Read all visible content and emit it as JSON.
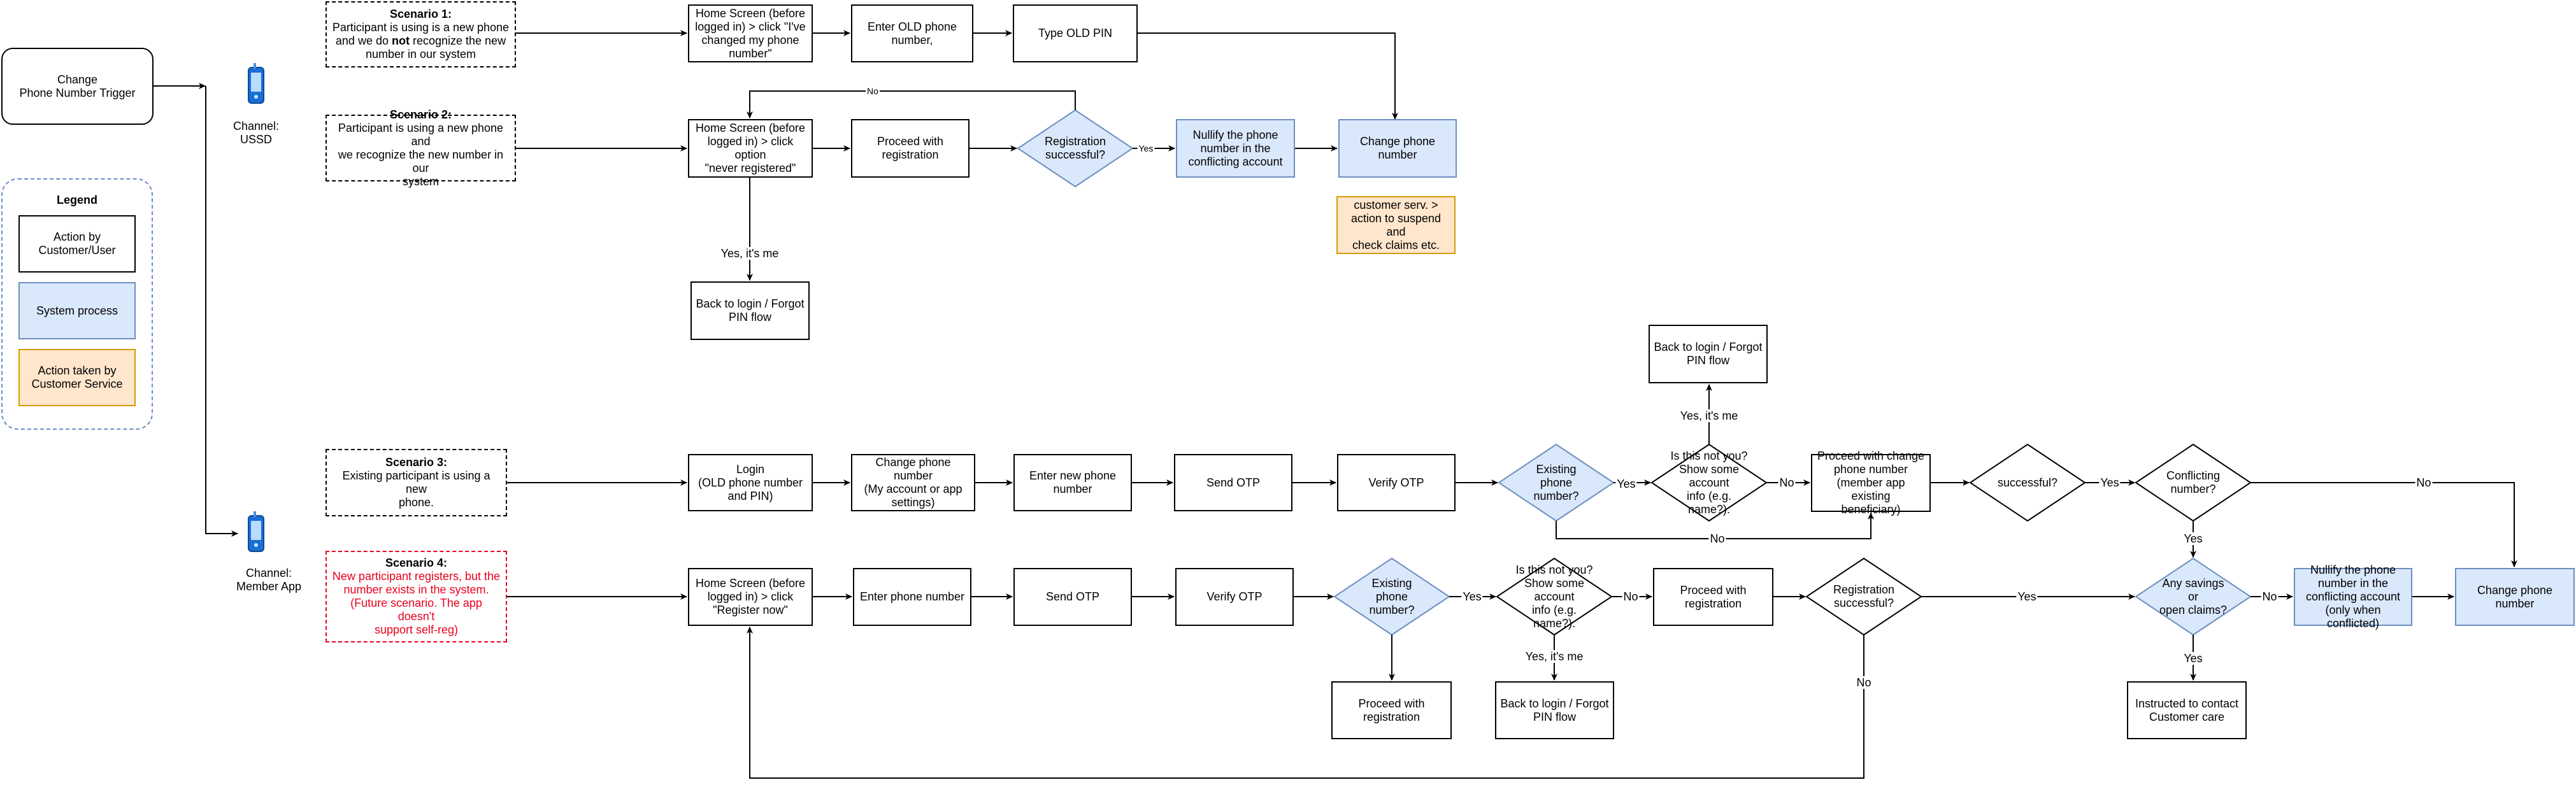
{
  "trigger": {
    "label": "Change\nPhone Number Trigger"
  },
  "channels": {
    "ussd": "Channel:\nUSSD",
    "app": "Channel:\nMember App"
  },
  "legend": {
    "title": "Legend",
    "user_action": "Action by\nCustomer/User",
    "system_process": "System process",
    "cs_action": "Action taken by\nCustomer Service"
  },
  "scenarios": {
    "s1": {
      "title": "Scenario 1:",
      "line1": "Participant is using is a new phone\nand we do ",
      "bold": "not",
      "line2": " recognize the new\nnumber in our system"
    },
    "s2": {
      "title": "Scenario 2:",
      "body": "Participant is using a new phone and\nwe recognize the new number in our\nsystem"
    },
    "s3": {
      "title": "Scenario 3:",
      "body": "Existing participant is using a new\nphone."
    },
    "s4": {
      "title": "Scenario 4:",
      "body": "New participant registers, but the\nnumber exists in the system.\n(Future scenario. The app doesn't\nsupport self-reg)"
    }
  },
  "ussd": {
    "home_changed": "Home Screen (before\nlogged in) > click \"I've\nchanged my phone\nnumber\"",
    "enter_old_phone": "Enter OLD phone\nnumber,",
    "type_old_pin": "Type OLD PIN",
    "home_never_registered": "Home Screen (before\nlogged in) > click option\n\"never registered\"",
    "proceed_registration": "Proceed with\nregistration",
    "registration_successful": "Registration\nsuccessful?",
    "nullify": "Nullify the phone\nnumber in the\nconflicting account",
    "change_phone": "Change phone number",
    "customer_service": "customer serv. >\naction to suspend and\ncheck claims etc.",
    "back_to_login": "Back to login / Forgot\nPIN flow"
  },
  "app": {
    "login": "Login\n(OLD phone number\nand PIN)",
    "change_phone_settings": "Change phone number\n(My account or app\nsettings)",
    "enter_new_phone": "Enter new phone\nnumber",
    "send_otp_1": "Send OTP",
    "verify_otp_1": "Verify OTP",
    "existing_phone_1": "Existing phone\nnumber?",
    "is_this_not_you_1": "Is this not you?\nShow some account\ninfo (e.g. name?).",
    "back_to_login_top": "Back to login / Forgot\nPIN flow",
    "proceed_change": "Proceed with change\nphone number\n(member app existing\nbeneficiary)",
    "successful": "successful?",
    "conflicting": "Conflicting number?",
    "home_register": "Home Screen (before\nlogged in) > click\n\"Register now\"",
    "enter_phone": "Enter phone number",
    "send_otp_2": "Send OTP",
    "verify_otp_2": "Verify OTP",
    "existing_phone_2": "Existing phone\nnumber?",
    "is_this_not_you_2": "Is this not you?\nShow some account\ninfo (e.g. name?).",
    "proceed_registration_1": "Proceed with\nregistration",
    "registration_successful": "Registration\nsuccessful?",
    "savings_claims": "Any savings or\nopen claims?",
    "nullify": "Nullify the phone\nnumber in the\nconflicting account\n(only when conflicted)",
    "change_phone": "Change phone number",
    "proceed_registration_2": "Proceed with\nregistration",
    "back_to_login_bottom": "Back to login / Forgot\nPIN flow",
    "contact_care": "Instructed to contact\nCustomer care"
  },
  "edge_labels": {
    "no": "No",
    "yes": "Yes",
    "yes_its_me": "Yes, it's me"
  },
  "colors": {
    "system_fill": "#dae8fc",
    "system_stroke": "#6c8ebf",
    "cs_fill": "#ffe6cc",
    "cs_stroke": "#d79b00",
    "red_text": "#e8001d"
  }
}
